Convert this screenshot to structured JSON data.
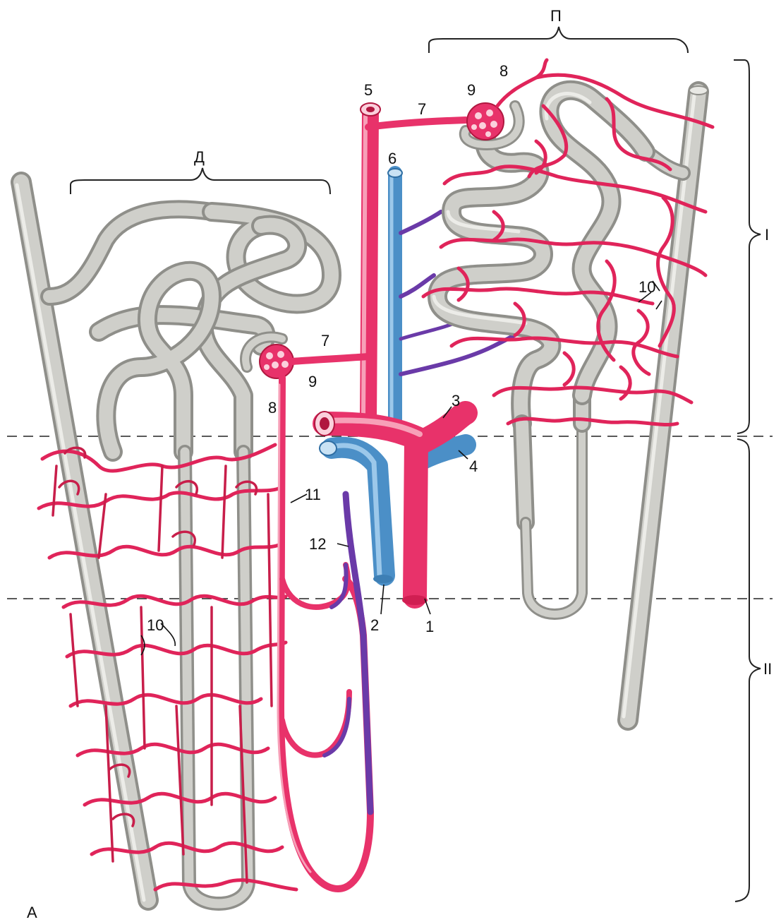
{
  "figure": {
    "corner_label": "A",
    "region_labels": {
      "left_nephron": "Д",
      "right_nephron": "П",
      "zone_upper": "I",
      "zone_lower": "II"
    },
    "numbers": {
      "n1": "1",
      "n2": "2",
      "n3": "3",
      "n4": "4",
      "n5": "5",
      "n6": "6",
      "n7_right": "7",
      "n7_left": "7",
      "n8_right": "8",
      "n8_left": "8",
      "n9_right": "9",
      "n9_left": "9",
      "n10_right": "10",
      "n10_left": "10",
      "n11": "11",
      "n12": "12"
    }
  },
  "colors": {
    "tubule": "#b8b8b2",
    "artery": "#e8326a",
    "vein": "#4b8fc7",
    "venous_transition": "#6a3aa8",
    "capillary": "#e0245a"
  }
}
